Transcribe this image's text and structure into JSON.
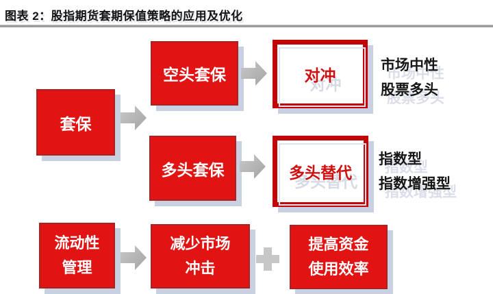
{
  "header": {
    "title": "图表 2：股指期货套期保值策略的应用及优化"
  },
  "diagram": {
    "hedge": {
      "label": "套保"
    },
    "rows": [
      {
        "source": "空头套保",
        "result": "对冲",
        "notes": [
          "市场中性",
          "股票多头"
        ]
      },
      {
        "source": "多头套保",
        "result": "多头替代",
        "notes": [
          "指数型",
          "指数增强型"
        ]
      }
    ],
    "liquidity": {
      "source": [
        "流动性",
        "管理"
      ],
      "effect1": [
        "减少市场",
        "冲击"
      ],
      "effect2": [
        "提高资金",
        "使用效率"
      ]
    }
  },
  "icons": {
    "right_arrow": "right-arrow",
    "plus": "plus-sign"
  },
  "colors": {
    "box_fill_red": "#e11313",
    "box_border_red": "#a52424",
    "outline_border_red": "#c00606",
    "red_text": "#d01010",
    "shadow_blue_gray": "#c9d0e1",
    "arrow_gray": "#b6b6b6",
    "divider_gray": "#8e8e8e",
    "title_black": "#141414"
  }
}
